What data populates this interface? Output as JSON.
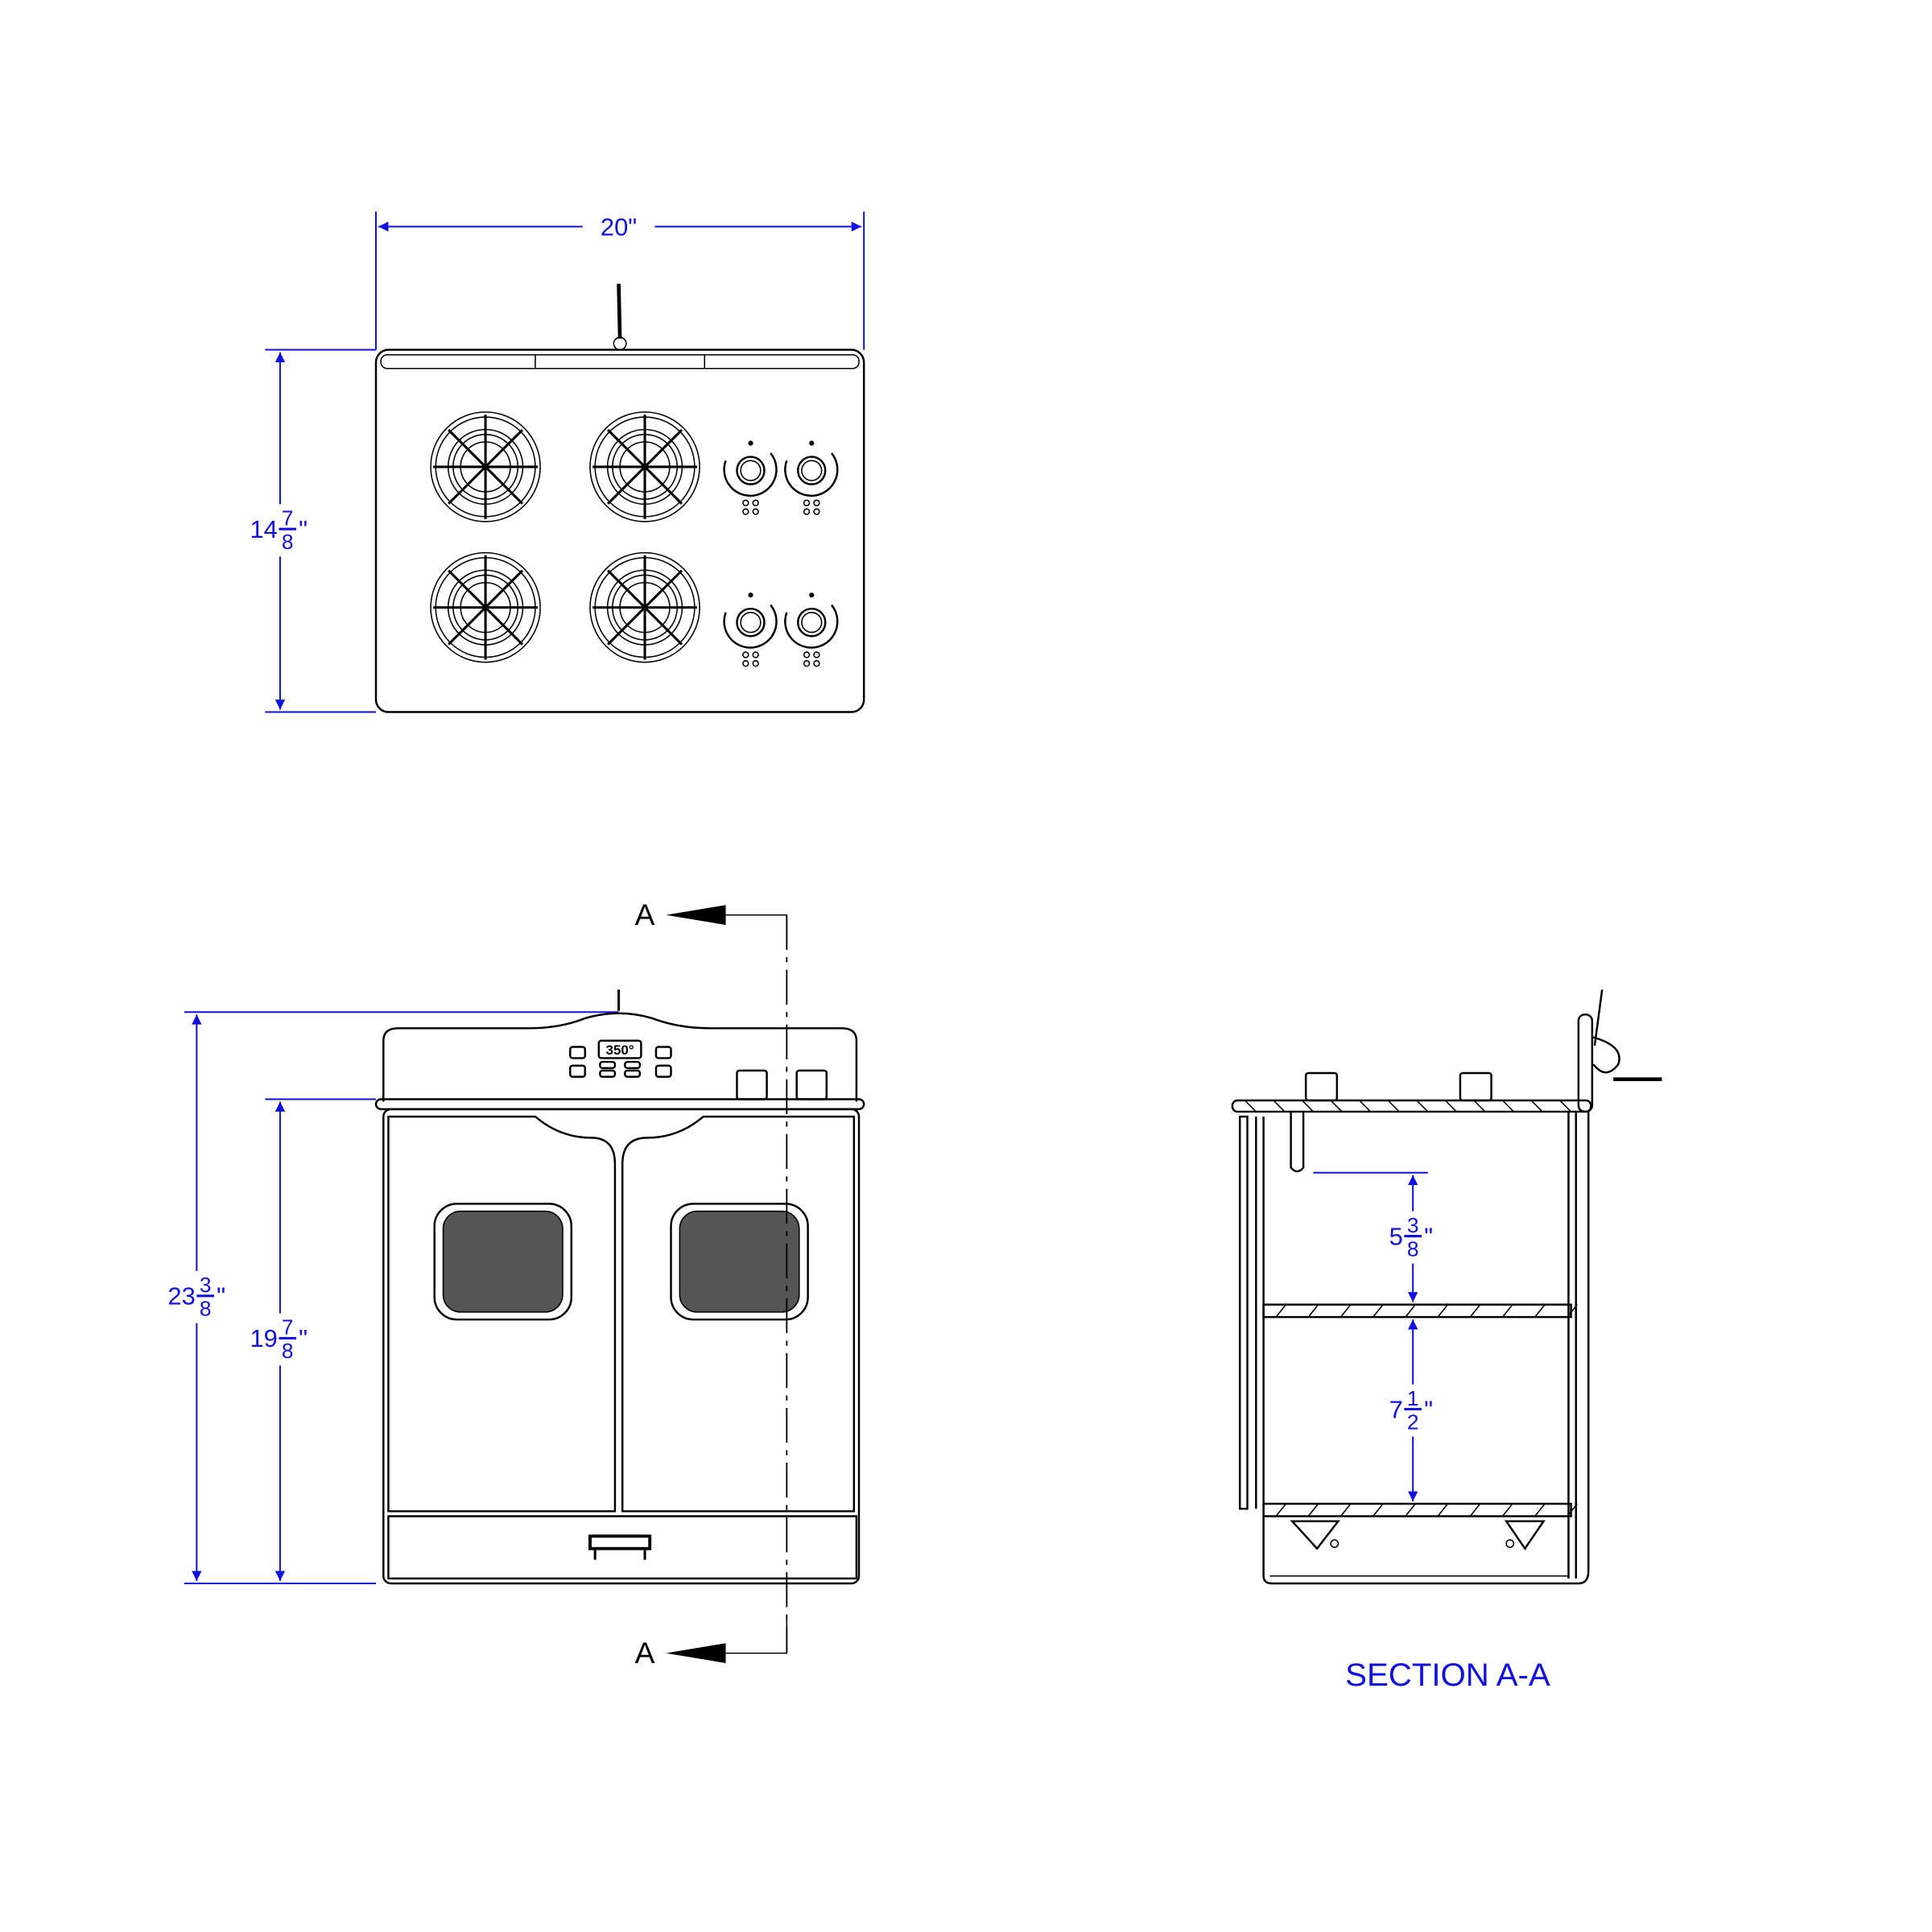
{
  "dimensions": {
    "top_width": "20\"",
    "top_depth": {
      "whole": "14",
      "num": "7",
      "den": "8",
      "unit": "\""
    },
    "overall_height": {
      "whole": "23",
      "num": "3",
      "den": "8",
      "unit": "\""
    },
    "counter_height": {
      "whole": "19",
      "num": "7",
      "den": "8",
      "unit": "\""
    },
    "shelf_clearance": {
      "whole": "5",
      "num": "3",
      "den": "8",
      "unit": "\""
    },
    "lower_clearance": {
      "whole": "7",
      "num": "1",
      "den": "2",
      "unit": "\""
    }
  },
  "oven_display": "350°",
  "section_marker": "A",
  "section_title": "SECTION A-A",
  "colors": {
    "dimension": "#1010e0",
    "line": "#000000"
  }
}
